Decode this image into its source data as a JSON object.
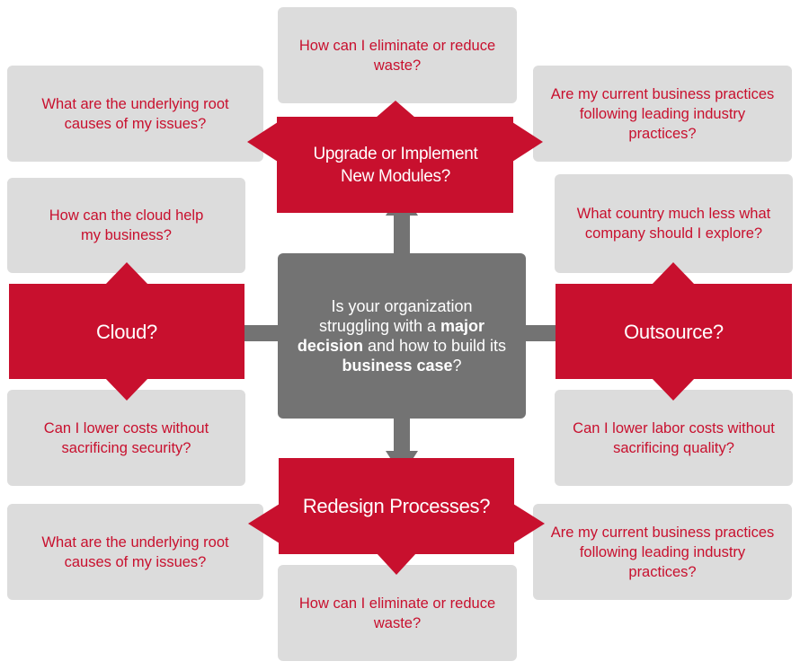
{
  "colors": {
    "accent": "#c8102e",
    "center": "#737373",
    "box": "#dcdcdc",
    "box_text": "#c8102e"
  },
  "center": {
    "line1": "Is your organization struggling with a",
    "bold1": "major decision",
    "line2": " and how to build its",
    "bold2": "business case",
    "line3": "?"
  },
  "options": {
    "top": "Upgrade or Implement New Modules?",
    "left": "Cloud?",
    "right": "Outsource?",
    "bottom": "Redesign Processes?"
  },
  "questions": {
    "top_center": "How can I eliminate or reduce waste?",
    "top_left": "What are the underlying root causes of my issues?",
    "top_right": "Are my current business practices following leading industry practices?",
    "left_upper": "How can the cloud help my business?",
    "left_lower": "Can I lower costs without sacrificing security?",
    "right_upper": "What country much less what company should I explore?",
    "right_lower": "Can I lower labor costs without sacrificing quality?",
    "bottom_left": "What are the underlying root causes of my issues?",
    "bottom_right": "Are my current business practices following leading industry practices?",
    "bottom_center": "How can I eliminate or reduce waste?"
  }
}
